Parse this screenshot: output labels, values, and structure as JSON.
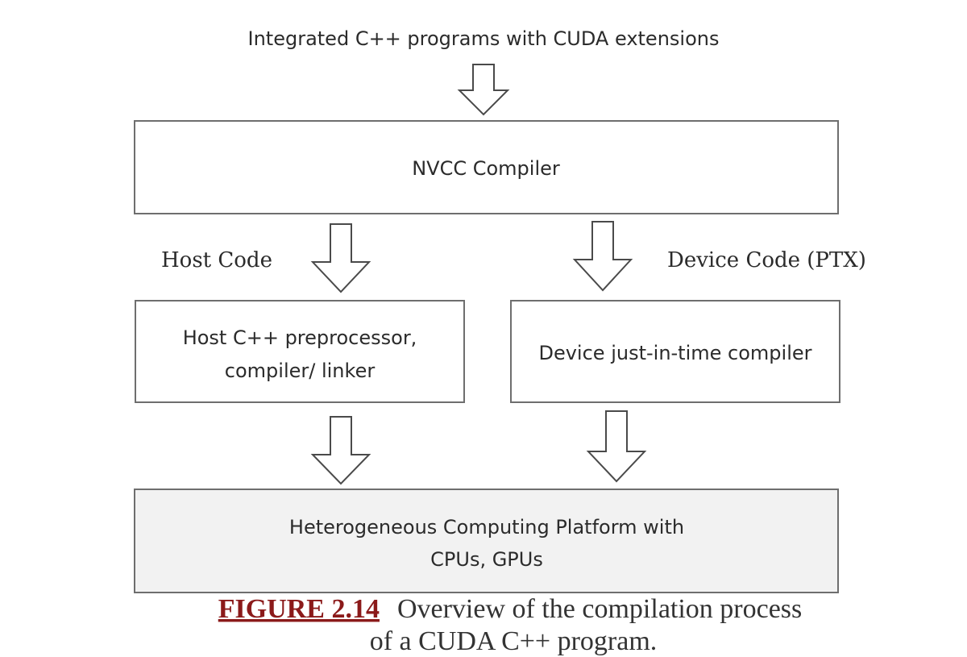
{
  "diagram": {
    "input_label": "Integrated C++ programs with CUDA extensions",
    "compiler_box": "NVCC Compiler",
    "host_code_label": "Host Code",
    "device_code_label": "Device Code (PTX)",
    "host_box": {
      "line1": "Host C++ preprocessor,",
      "line2": "compiler/ linker"
    },
    "device_box": "Device just-in-time compiler",
    "platform_box": {
      "line1": "Heterogeneous Computing Platform with",
      "line2": "CPUs, GPUs"
    }
  },
  "caption": {
    "label": "FIGURE 2.14",
    "line1": "Overview of the compilation process",
    "line2": "of a CUDA C++ program."
  }
}
